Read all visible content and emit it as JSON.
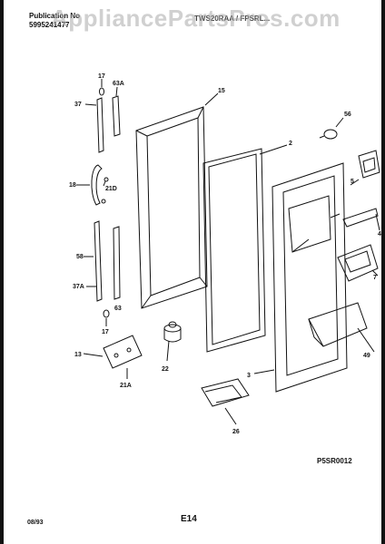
{
  "header": {
    "publication_label": "Publication No",
    "publication_number": "5995241477",
    "model_text": "TWS20RAA / FPSRL...",
    "watermark": "AppliancePartsPros.com"
  },
  "callouts": {
    "c17a": "17",
    "c63a": "63A",
    "c15": "15",
    "c37": "37",
    "c56": "56",
    "c2": "2",
    "c18": "18",
    "c21d": "21D",
    "c5": "5",
    "c4": "4",
    "c58": "58",
    "c37a": "37A",
    "c7": "7",
    "c63": "63",
    "c17b": "17",
    "c13": "13",
    "c22": "22",
    "c49": "49",
    "c21a": "21A",
    "c3": "3",
    "c26": "26"
  },
  "footer": {
    "diagram_code": "P5SR0012",
    "date": "08/93",
    "page": "E14"
  }
}
